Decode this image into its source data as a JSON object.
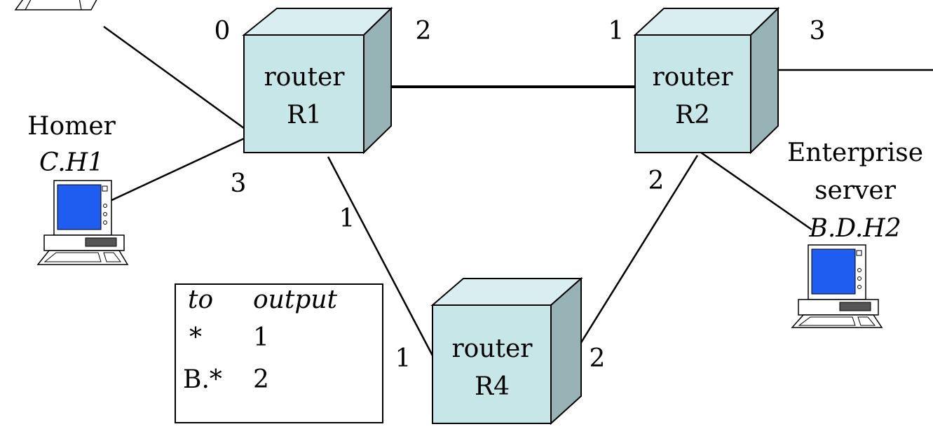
{
  "colors": {
    "router_front": "#c7e6e8",
    "router_top": "#d9eef0",
    "router_side": "#98b3b5",
    "screen": "#1f5cf0",
    "line": "#000000"
  },
  "routers": {
    "r1": {
      "line1": "router",
      "line2": "R1"
    },
    "r2": {
      "line1": "router",
      "line2": "R2"
    },
    "r4": {
      "line1": "router",
      "line2": "R4"
    }
  },
  "ports": {
    "r1_0": "0",
    "r1_2": "2",
    "r1_3": "3",
    "r1_1": "1",
    "r2_1": "1",
    "r2_3": "3",
    "r2_2": "2",
    "r4_1": "1",
    "r4_2": "2"
  },
  "hosts": {
    "homer": {
      "name": "Homer",
      "address": "C.H1"
    },
    "server": {
      "name_line1": "Enterprise",
      "name_line2": "server",
      "address": "B.D.H2"
    }
  },
  "table": {
    "headers": [
      "to",
      "output"
    ],
    "rows": [
      {
        "to": "*",
        "output": "1"
      },
      {
        "to": "B.*",
        "output": "2"
      }
    ]
  }
}
